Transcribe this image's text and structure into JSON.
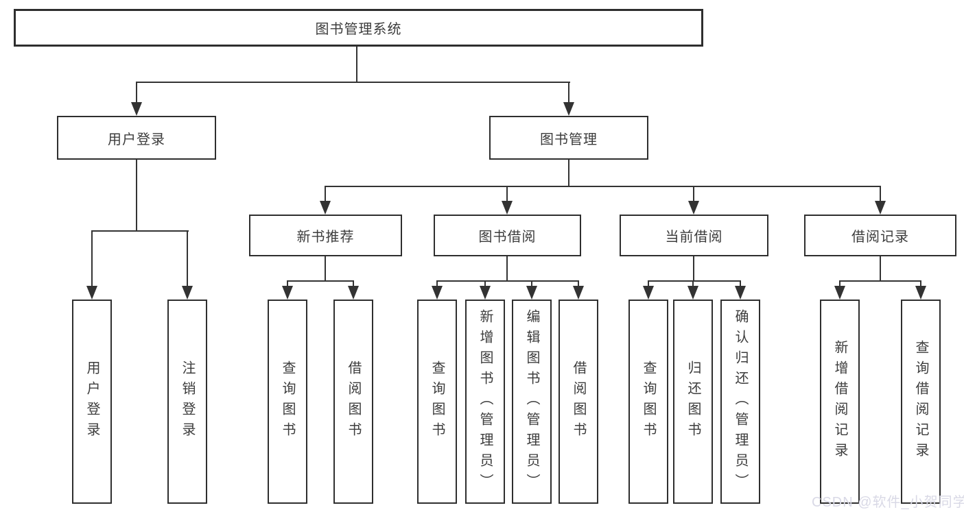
{
  "tree": {
    "root_label": "图书管理系统",
    "branches": [
      {
        "label": "用户登录",
        "leaves": [
          "用户登录",
          "注销登录"
        ]
      },
      {
        "label": "图书管理",
        "groups": [
          {
            "label": "新书推荐",
            "leaves": [
              "查询图书",
              "借阅图书"
            ]
          },
          {
            "label": "图书借阅",
            "leaves": [
              "查询图书",
              "新增图书（管理员）",
              "编辑图书（管理员）",
              "借阅图书"
            ]
          },
          {
            "label": "当前借阅",
            "leaves": [
              "查询图书",
              "归还图书",
              "确认归还（管理员）"
            ]
          },
          {
            "label": "借阅记录",
            "leaves": [
              "新增借阅记录",
              "查询借阅记录"
            ]
          }
        ]
      }
    ]
  },
  "watermark": "CSDN @软件_小贺同学",
  "colors": {
    "line": "#333333",
    "border": "#2e2e2e",
    "text": "#3c3c3c",
    "background": "#ffffff",
    "watermark": "#d9d9e6"
  }
}
